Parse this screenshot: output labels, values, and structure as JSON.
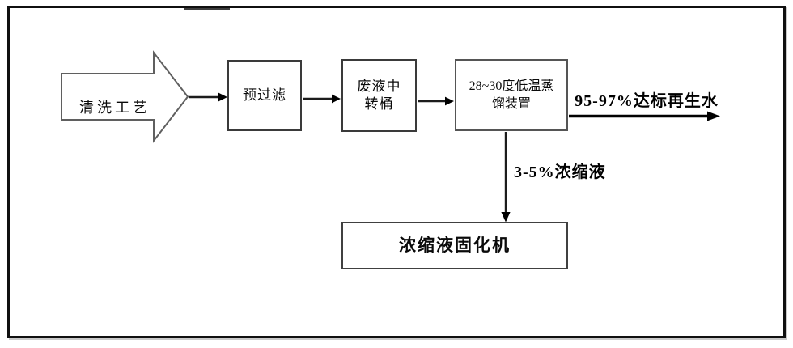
{
  "flowchart": {
    "source_arrow": {
      "label": "清洗工艺"
    },
    "nodes": {
      "prefilter": {
        "label": "预过滤"
      },
      "transfer": {
        "line1": "废液中",
        "line2": "转桶"
      },
      "distill": {
        "line1": "28~30度低温蒸",
        "line2": "馏装置"
      },
      "solidifier": {
        "label": "浓缩液固化机"
      }
    },
    "edge_labels": {
      "output_water": "95-97%达标再生水",
      "concentrate": "3-5%浓缩液"
    },
    "colors": {
      "ink": "#000000",
      "box_border": "#3f3f3f",
      "block_arrow_outline": "#5f5f5f",
      "frame_border": "#101010",
      "background": "#ffffff"
    }
  }
}
